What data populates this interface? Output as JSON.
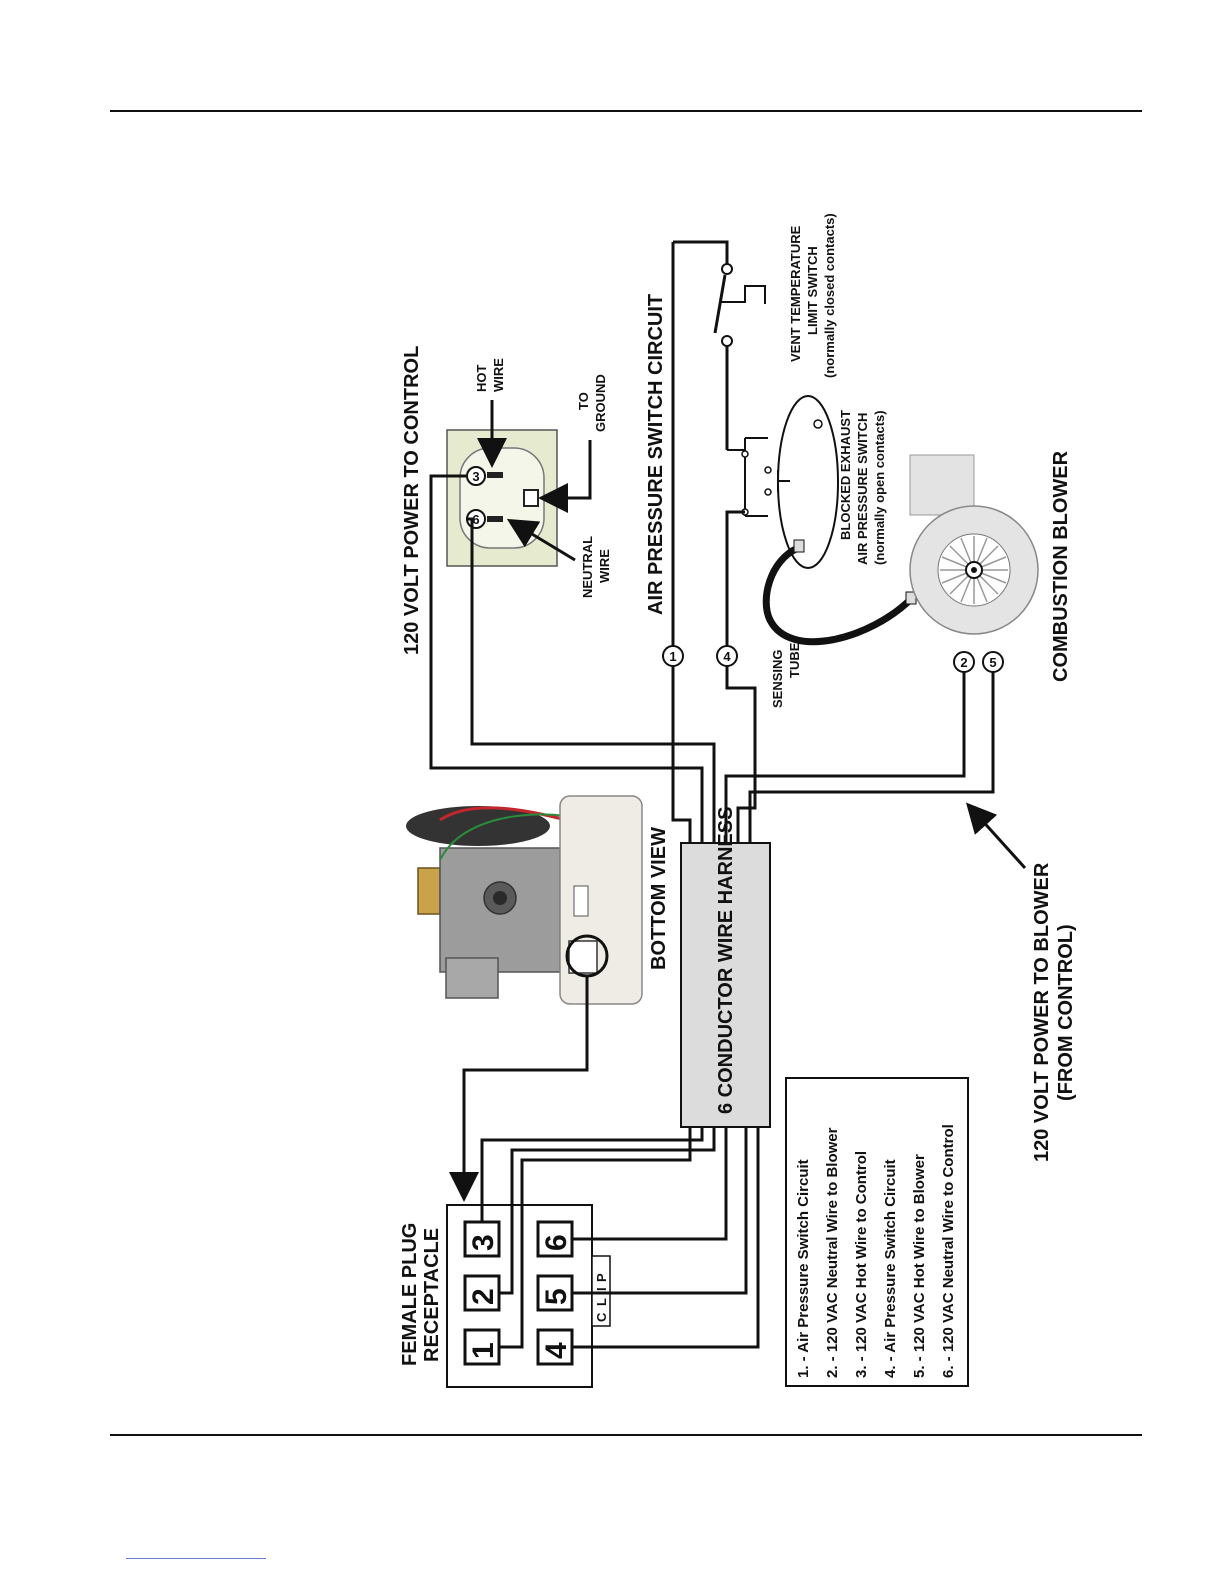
{
  "diagram": {
    "title_control_power": "120 VOLT POWER TO CONTROL",
    "hot_wire": [
      "HOT",
      "WIRE"
    ],
    "to_ground": [
      "TO",
      "GROUND"
    ],
    "neutral_wire": [
      "NEUTRAL",
      "WIRE"
    ],
    "air_pressure_circuit": "AIR PRESSURE SWITCH CIRCUIT",
    "vent_switch": [
      "VENT TEMPERATURE",
      "LIMIT SWITCH",
      "(normally closed contacts)"
    ],
    "blocked_exhaust": [
      "BLOCKED EXHAUST",
      "AIR PRESSURE SWITCH",
      "(normally open contacts)"
    ],
    "sensing_tube": [
      "SENSING",
      "TUBE"
    ],
    "combustion_blower": "COMBUSTION BLOWER",
    "bottom_view": "BOTTOM VIEW",
    "harness": "6 CONDUCTOR WIRE HARNESS",
    "blower_power": [
      "120 VOLT POWER TO BLOWER",
      "(FROM CONTROL)"
    ],
    "female_plug": [
      "FEMALE PLUG",
      "RECEPTACLE"
    ],
    "clip": [
      "C",
      "L",
      "I",
      "P"
    ],
    "plug_pins": [
      "1",
      "2",
      "3",
      "4",
      "5",
      "6"
    ],
    "receptacle_pins": [
      "3",
      "6"
    ],
    "harness_pins": [
      "1",
      "4",
      "2",
      "5"
    ],
    "legend": [
      "1. - Air Pressure Switch Circuit",
      "2. - 120 VAC Neutral Wire to Blower",
      "3. - 120 VAC Hot Wire to Control",
      "4. - Air Pressure Switch Circuit",
      "5. - 120 VAC Hot Wire to Blower",
      "6. - 120 VAC Neutral Wire to Control"
    ]
  }
}
